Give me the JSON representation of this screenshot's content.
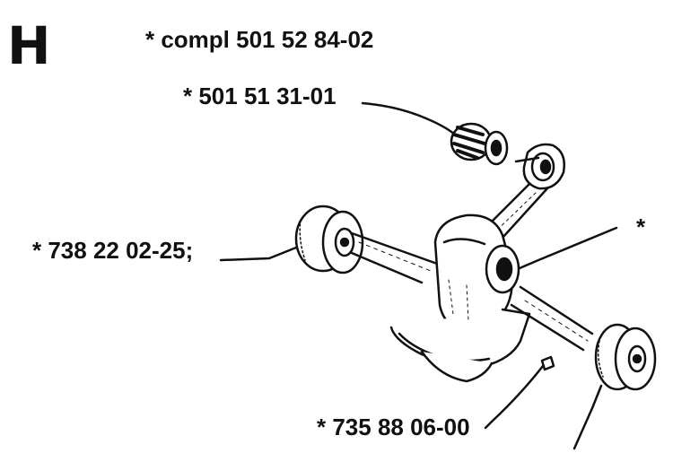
{
  "diagram": {
    "section_letter": "H",
    "labels": {
      "assembly": "* compl 501 52 84-02",
      "bearing": "* 501 51 31-01",
      "left_bearing": "* 738 22 02-25;",
      "right_pointer": "*",
      "key": "* 735 88 06-00"
    }
  }
}
